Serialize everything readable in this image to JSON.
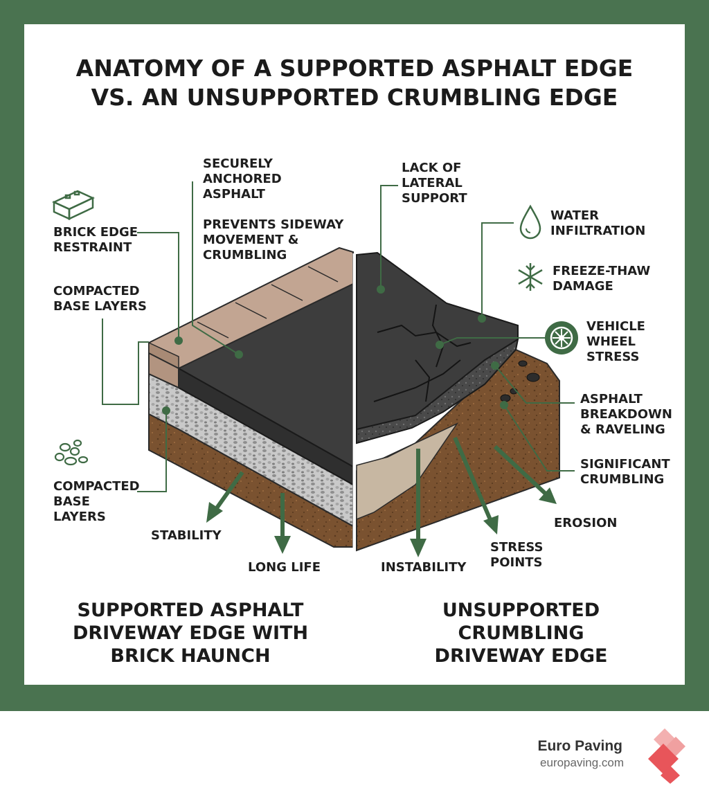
{
  "title": {
    "line1": "ANATOMY OF A SUPPORTED ASPHALT EDGE",
    "line2": "VS. AN UNSUPPORTED CRUMBLING EDGE"
  },
  "left_labels": {
    "brick_edge_restraint": "BRICK EDGE\nRESTRAINT",
    "compacted_base_layers_top": "COMPACTED\nBASE LAYERS",
    "securely_anchored": "SECURELY\nANCHORED\nASPHALT",
    "prevents_movement": "PREVENTS SIDEWAY\nMOVEMENT &\nCRUMBLING",
    "compacted_base_layers_bottom": "COMPACTED\nBASE\nLAYERS",
    "stability": "STABILITY",
    "long_life": "LONG LIFE"
  },
  "right_labels": {
    "lack_of_lateral_support": "LACK OF\nLATERAL\nSUPPORT",
    "water_infiltration": "WATER\nINFILTRATION",
    "freeze_thaw": "FREEZE-THAW\nDAMAGE",
    "vehicle_wheel_stress": "VEHICLE\nWHEEL\nSTRESS",
    "asphalt_breakdown": "ASPHALT\nBREAKDOWN\n& RAVELING",
    "significant_crumbling": "SIGNIFICANT\nCRUMBLING",
    "erosion": "EROSION",
    "instability": "INSTABILITY",
    "stress_points": "STRESS\nPOINTS"
  },
  "captions": {
    "left": "SUPPORTED ASPHALT\nDRIVEWAY EDGE WITH\nBRICK HAUNCH",
    "right": "UNSUPPORTED\nCRUMBLING\nDRIVEWAY EDGE"
  },
  "brand": {
    "name": "Euro Paving",
    "url": "europaving.com"
  },
  "colors": {
    "frame_green": "#4a7350",
    "accent_green": "#3f6b45",
    "asphalt": "#3d3d3d",
    "brick": "#b29480",
    "soil": "#7a5230",
    "brand_red": "#e8555a"
  },
  "icons": [
    "brick-icon",
    "stones-icon",
    "water-drop-icon",
    "snowflake-icon",
    "wheel-icon",
    "logo-diamond-icon"
  ]
}
